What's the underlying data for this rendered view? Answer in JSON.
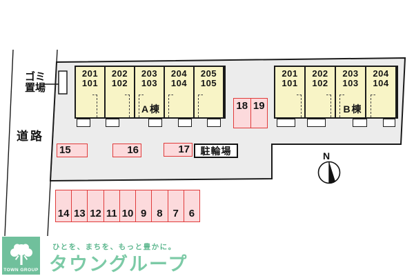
{
  "colors": {
    "parcel_fill": "#ececec",
    "building_fill": "#f8f4c6",
    "parking_fill": "#fcdadc",
    "parking_border": "#e03a3a",
    "outline": "#1a1a1a",
    "logo_bg": "#70c09c",
    "brand_green": "#7ccaa6",
    "tagline_green": "#5fb890"
  },
  "map": {
    "road_label": "道路",
    "garbage_label": [
      "ゴミ",
      "置場"
    ],
    "bicycle_label": "駐輪場",
    "compass_label": "N",
    "building_a": {
      "name": "A棟",
      "units": [
        {
          "upper": "201",
          "lower": "101"
        },
        {
          "upper": "202",
          "lower": "102"
        },
        {
          "upper": "203",
          "lower": "103"
        },
        {
          "upper": "204",
          "lower": "104"
        },
        {
          "upper": "205",
          "lower": "105"
        }
      ]
    },
    "building_b": {
      "name": "B棟",
      "units": [
        {
          "upper": "201",
          "lower": "101"
        },
        {
          "upper": "202",
          "lower": "102"
        },
        {
          "upper": "203",
          "lower": "103"
        },
        {
          "upper": "204",
          "lower": "104"
        }
      ]
    },
    "parking_pair": [
      "18",
      "19"
    ],
    "parking_mid": [
      "15",
      "16",
      "17"
    ],
    "parking_bottom": [
      "14",
      "13",
      "12",
      "11",
      "10",
      "9",
      "8",
      "7",
      "6"
    ]
  },
  "footer": {
    "logo_caption": "TOWN GROUP",
    "tagline": "ひとを、まちを、もっと豊かに。",
    "brand": "タウングループ"
  }
}
